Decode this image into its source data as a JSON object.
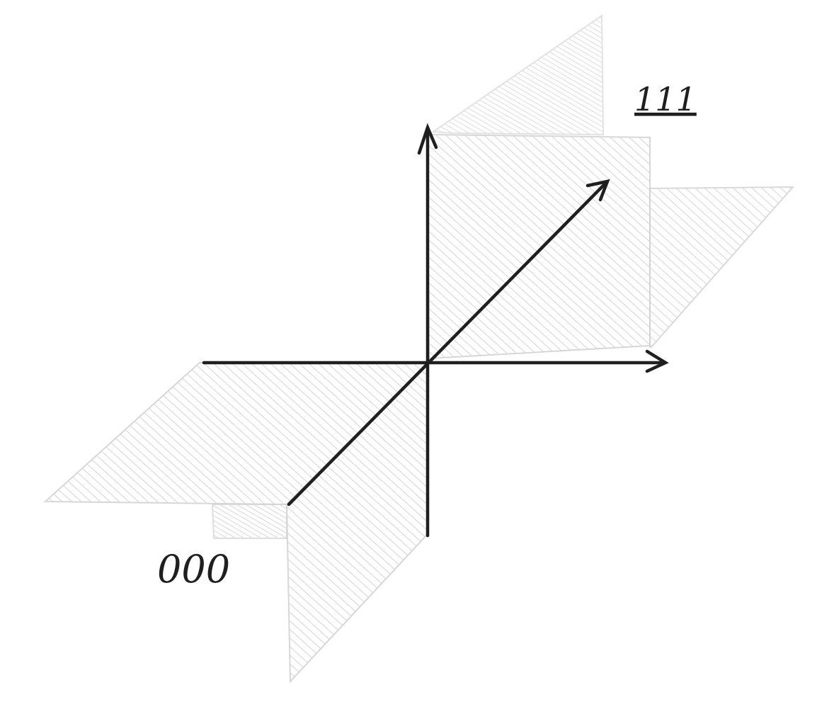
{
  "labels": {
    "origin_corner": "000",
    "far_corner": "111"
  },
  "colors": {
    "axis_ink": "#1f1f1f",
    "plane_shading": "#bdbdbd",
    "plane_outline": "#d3d3d3",
    "background": "#ffffff"
  },
  "axes": [
    "x-axis",
    "y-axis",
    "z-axis"
  ],
  "icons": [
    "arrowhead-icon"
  ]
}
